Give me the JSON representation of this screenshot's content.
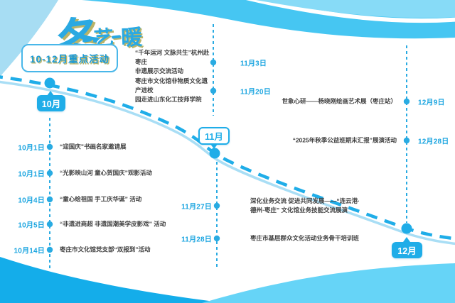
{
  "title": {
    "main_char": "冬",
    "art_char": "艺",
    "warm_char": "暖",
    "subtitle": "10-12月重点活动"
  },
  "month_markers": {
    "oct": "10月",
    "nov": "11月",
    "dec": "12月"
  },
  "colors": {
    "accent_blue": "#1fade8",
    "road_dash": "#1fade8",
    "road_base": "#a9def5",
    "top_wave": "#46c6f2",
    "top_wave_light": "#87dbf7",
    "corner_band": "#a7ddf3",
    "bottom_left_wave": "#14adea",
    "bottom_right_wave": "#66d4f7",
    "date_text": "#1ba5e0",
    "event_text": "#3f3f3f",
    "title_shadow_olive": "#b9b469"
  },
  "timeline": {
    "october": [
      {
        "date": "10月1日",
        "text": "“迎国庆”书画名家邀请展"
      },
      {
        "date": "10月1日",
        "text": "“光影映山河 童心贺国庆”观影活动"
      },
      {
        "date": "10月4日",
        "text": "“童心绘祖国 手工庆华诞” 活动"
      },
      {
        "date": "10月5日",
        "text": "“非遗进商超 非遗国潮美学皮影戏” 活动"
      },
      {
        "date": "10月14日",
        "text": "枣庄市文化馆党支部“双报到”活动"
      }
    ],
    "november_upper": [
      {
        "date": "11月3日",
        "text": "“千年运河 文脉共生”杭州赴枣庄\n非遗展示交流活动"
      },
      {
        "date": "11月20日",
        "text": "枣庄市文化馆非物质文化遗产进校\n园走进山东化工技师学院"
      }
    ],
    "november_lower": [
      {
        "date": "11月27日",
        "text": "深化业务交流 促进共同发展——“连云港·\n德州·枣庄” 文化馆业务技能交流展演"
      },
      {
        "date": "11月28日",
        "text": "枣庄市基层群众文化活动业务骨干培训班"
      }
    ],
    "december": [
      {
        "date": "12月9日",
        "text": "世象心研——杨晓刚绘画艺术展（枣庄站）"
      },
      {
        "date": "12月28日",
        "text": "“2025年秋季公益班期末汇报”展演活动"
      }
    ]
  }
}
